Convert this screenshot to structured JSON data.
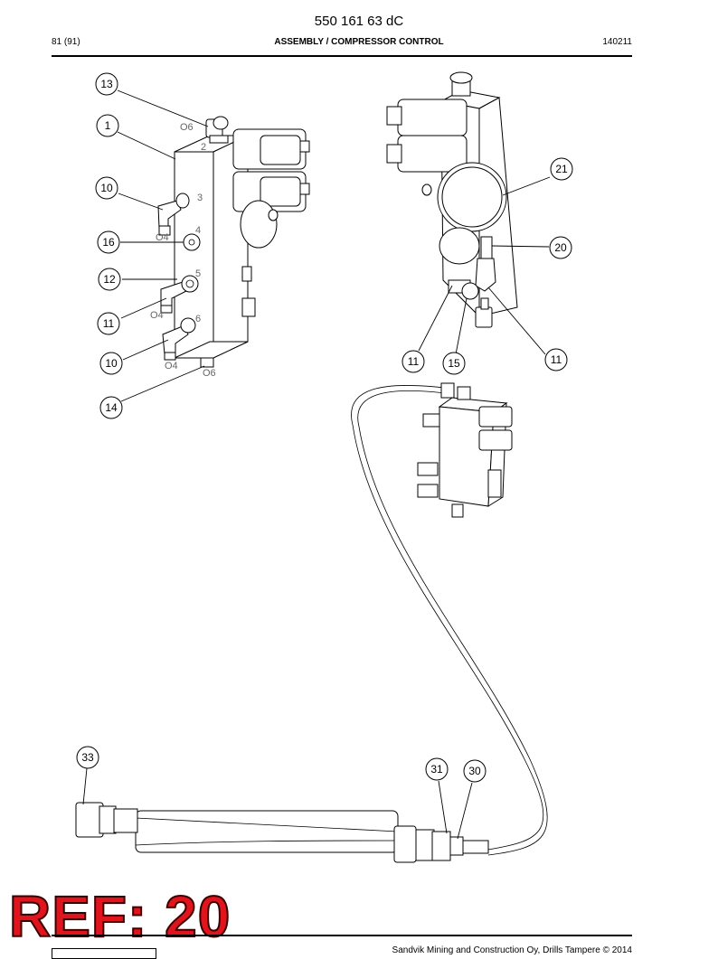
{
  "header": {
    "doc_number": "550 161 63 dC",
    "page": "81 (91)",
    "title": "ASSEMBLY / COMPRESSOR CONTROL",
    "date_code": "140211"
  },
  "footer": {
    "copyright": "Sandvik Mining and Construction Oy, Drills Tampere © 2014"
  },
  "stamp": {
    "text": "REF: 20",
    "color": "#e0141c"
  },
  "port_labels": [
    "O6",
    "2",
    "3",
    "4",
    "O4",
    "5",
    "O4",
    "6",
    "O4",
    "O6"
  ],
  "balloons": [
    "13",
    "1",
    "10",
    "16",
    "12",
    "11",
    "10",
    "14",
    "21",
    "20",
    "11",
    "15",
    "11",
    "33",
    "31",
    "30"
  ]
}
